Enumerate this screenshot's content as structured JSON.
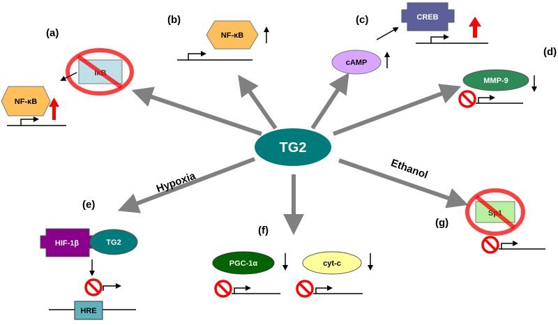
{
  "center": {
    "label": "TG2",
    "color": "#007b7b"
  },
  "edge_labels": {
    "hypoxia": "Hypoxia",
    "ethanol": "Ethanol"
  },
  "panels": {
    "a": {
      "letter": "(a)",
      "nfkb": "NF-κB",
      "ikb": "IκB"
    },
    "b": {
      "letter": "(b)",
      "nfkb": "NF-κB"
    },
    "c": {
      "letter": "(c)",
      "camp": "cAMP",
      "creb": "CREB"
    },
    "d": {
      "letter": "(d)",
      "mmp9": "MMP-9"
    },
    "e": {
      "letter": "(e)",
      "hif": "HIF-1β",
      "tg2": "TG2",
      "hre": "HRE"
    },
    "f": {
      "letter": "(f)",
      "pgc": "PGC-1α",
      "cytc": "cyt-c"
    },
    "g": {
      "letter": "(g)",
      "sp1": "Sp1"
    }
  },
  "colors": {
    "nfkb": "#ffbf5a",
    "ikb": "#bfe0e8",
    "camp": "#d9a6ff",
    "creb": "#5c5f9a",
    "mmp9": "#2e8b57",
    "hif": "#8b008b",
    "hre": "#5fb3bd",
    "pgc": "#006400",
    "cytc": "#ffff99",
    "sp1": "#b8f0a0",
    "inhibit": "#ff0000",
    "up_red": "#ff0000",
    "arrow_gray": "#808080"
  }
}
